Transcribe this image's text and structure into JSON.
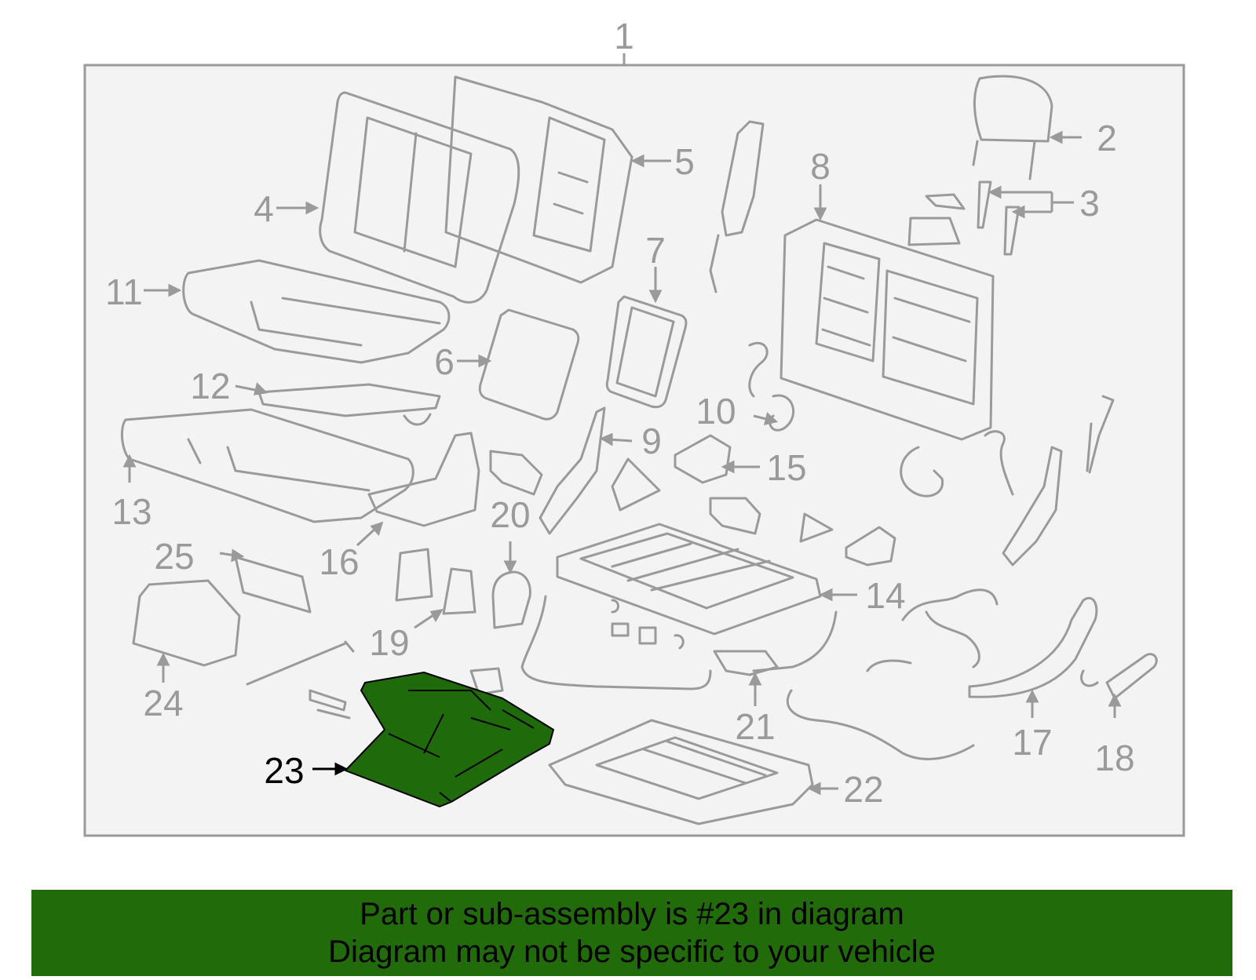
{
  "colors": {
    "line": "#9a9a9a",
    "frame_fill": "#f3f3f3",
    "highlight": "#1f6a0a",
    "highlight_outline": "#000000",
    "banner": "#226b0b"
  },
  "callouts": {
    "c1": "1",
    "c2": "2",
    "c3": "3",
    "c4": "4",
    "c5": "5",
    "c6": "6",
    "c7": "7",
    "c8": "8",
    "c9": "9",
    "c10": "10",
    "c11": "11",
    "c12": "12",
    "c13": "13",
    "c14": "14",
    "c15": "15",
    "c16": "16",
    "c17": "17",
    "c18": "18",
    "c19": "19",
    "c20": "20",
    "c21": "21",
    "c22": "22",
    "c23": "23",
    "c24": "24",
    "c25": "25"
  },
  "highlighted_part": "23",
  "banner": {
    "line1": "Part or sub-assembly is #23 in diagram",
    "line2": "Diagram may not be specific to your vehicle"
  }
}
